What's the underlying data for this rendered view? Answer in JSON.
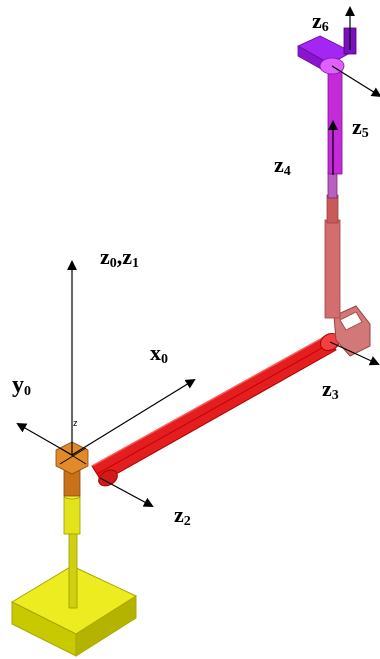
{
  "labels": {
    "z6": "z",
    "z6_sub": "6",
    "z5": "z",
    "z5_sub": "5",
    "z4": "z",
    "z4_sub": "4",
    "z0z1": "z",
    "z0_sub": "0",
    "z0z1_sep": ",z",
    "z1_sub": "1",
    "x0": "x",
    "x0_sub": "0",
    "y0": "y",
    "y0_sub": "0",
    "z3": "z",
    "z3_sub": "3",
    "z2": "z",
    "z2_sub": "2",
    "tiny_z": "z"
  },
  "colors": {
    "base": "#e8e800",
    "base_dark": "#bdbd00",
    "column": "#d9d91a",
    "joint_orange": "#d7801e",
    "arm_red": "#e01818",
    "arm_red_dark": "#a80000",
    "forearm_pink": "#d06a6a",
    "wrist_magenta": "#b71ad0",
    "wrist_violet": "#a020f0",
    "axis": "#000000"
  }
}
